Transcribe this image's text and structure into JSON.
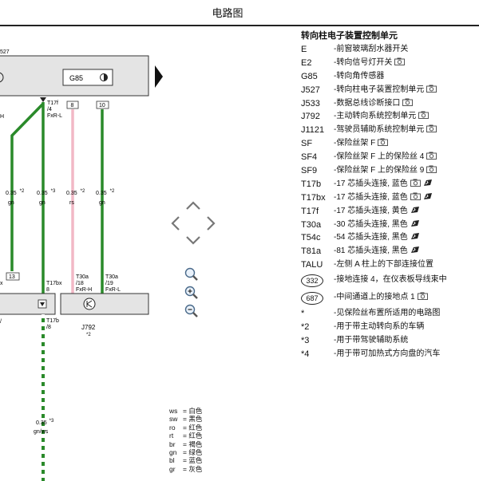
{
  "header": {
    "title": "电路图"
  },
  "diagram": {
    "labels": {
      "top_ref": "527",
      "g85": "G85",
      "t17f_l1": "T17f",
      "t17f_l2": "/4",
      "t17f_l3": "FxR-L",
      "h": "H",
      "conn8": "8",
      "conn10": "10",
      "conn13": "13",
      "x_lbl": "x",
      "t17bx_l1": "T17bx",
      "t17bx_l2": "8",
      "t30a1_l1": "T30a",
      "t30a1_l2": "/18",
      "t30a1_l3": "FxR-H",
      "t30a2_l1": "T30a",
      "t30a2_l2": "/19",
      "t30a2_l3": "FxR-L",
      "t17b_l1": "T17b",
      "t17b_l2": "/8",
      "j792": "J792",
      "j792_note": "*2",
      "slash": "/"
    },
    "wires": [
      {
        "size": "0.35",
        "note": "*2",
        "color": "gn"
      },
      {
        "size": "0.35",
        "note": "*3",
        "color": "gn"
      },
      {
        "size": "0.35",
        "note": "*2",
        "color": "rs"
      },
      {
        "size": "0.35",
        "note": "*2",
        "color": "gn"
      }
    ],
    "wire_bottom": {
      "size": "0.35",
      "note": "*3",
      "color": "gn/ws"
    },
    "wire_colors": {
      "gn": "#2a8a2a",
      "rs": "#f2b8c6",
      "ws": "#ffffff"
    }
  },
  "legend": {
    "title": "转向柱电子装置控制单元",
    "items": [
      {
        "code": "E",
        "desc": "-前窗玻璃刮水器开关",
        "icons": []
      },
      {
        "code": "E2",
        "desc": "-转向信号灯开关",
        "icons": [
          "camera-icon"
        ]
      },
      {
        "code": "G85",
        "desc": "-转向角传感器",
        "icons": []
      },
      {
        "code": "J527",
        "desc": "-转向柱电子装置控制单元",
        "icons": [
          "camera-icon"
        ]
      },
      {
        "code": "J533",
        "desc": "-数据总线诊断接口",
        "icons": [
          "camera-icon"
        ]
      },
      {
        "code": "J792",
        "desc": "-主动转向系统控制单元",
        "icons": [
          "camera-icon"
        ]
      },
      {
        "code": "J1121",
        "desc": "-驾驶员辅助系统控制单元",
        "icons": [
          "camera-icon"
        ]
      },
      {
        "code": "SF",
        "desc": "-保险丝架 F",
        "icons": [
          "camera-icon"
        ]
      },
      {
        "code": "SF4",
        "desc": "-保险丝架 F 上的保险丝 4",
        "icons": [
          "camera-icon"
        ]
      },
      {
        "code": "SF9",
        "desc": "-保险丝架 F 上的保险丝 9",
        "icons": [
          "camera-icon"
        ]
      },
      {
        "code": "T17b",
        "desc": "-17 芯插头连接, 蓝色",
        "icons": [
          "camera-icon",
          "connector-icon"
        ]
      },
      {
        "code": "T17bx",
        "desc": "-17 芯插头连接, 蓝色",
        "icons": [
          "camera-icon",
          "connector-icon"
        ]
      },
      {
        "code": "T17f",
        "desc": "-17 芯插头连接, 黄色",
        "icons": [
          "connector-icon"
        ]
      },
      {
        "code": "T30a",
        "desc": "-30 芯插头连接, 黑色",
        "icons": [
          "connector-icon"
        ]
      },
      {
        "code": "T54c",
        "desc": "-54 芯插头连接, 黑色",
        "icons": [
          "connector-icon"
        ]
      },
      {
        "code": "T81a",
        "desc": "-81 芯插头连接, 黑色",
        "icons": [
          "connector-icon"
        ]
      },
      {
        "code": "TALU",
        "desc": "-左侧 A 柱上的下部连接位置",
        "icons": []
      },
      {
        "code": "332",
        "circle": true,
        "desc": "-接地连接 4，在仪表板导线束中",
        "icons": []
      },
      {
        "code": "687",
        "circle": true,
        "desc": "-中间通道上的接地点 1",
        "icons": [
          "camera-icon"
        ]
      },
      {
        "code": "*",
        "desc": "-见保险丝布置所适用的电路图",
        "icons": []
      },
      {
        "code": "*2",
        "desc": "-用于带主动转向系的车辆",
        "icons": []
      },
      {
        "code": "*3",
        "desc": "-用于带驾驶辅助系统",
        "icons": []
      },
      {
        "code": "*4",
        "desc": "-用于带可加热式方向盘的汽车",
        "icons": []
      }
    ]
  },
  "color_legend": [
    {
      "code": "ws",
      "name": "白色"
    },
    {
      "code": "sw",
      "name": "黑色"
    },
    {
      "code": "ro",
      "name": "红色"
    },
    {
      "code": "rt",
      "name": "红色"
    },
    {
      "code": "br",
      "name": "褐色"
    },
    {
      "code": "gn",
      "name": "绿色"
    },
    {
      "code": "bl",
      "name": "蓝色"
    },
    {
      "code": "gr",
      "name": "灰色"
    }
  ]
}
